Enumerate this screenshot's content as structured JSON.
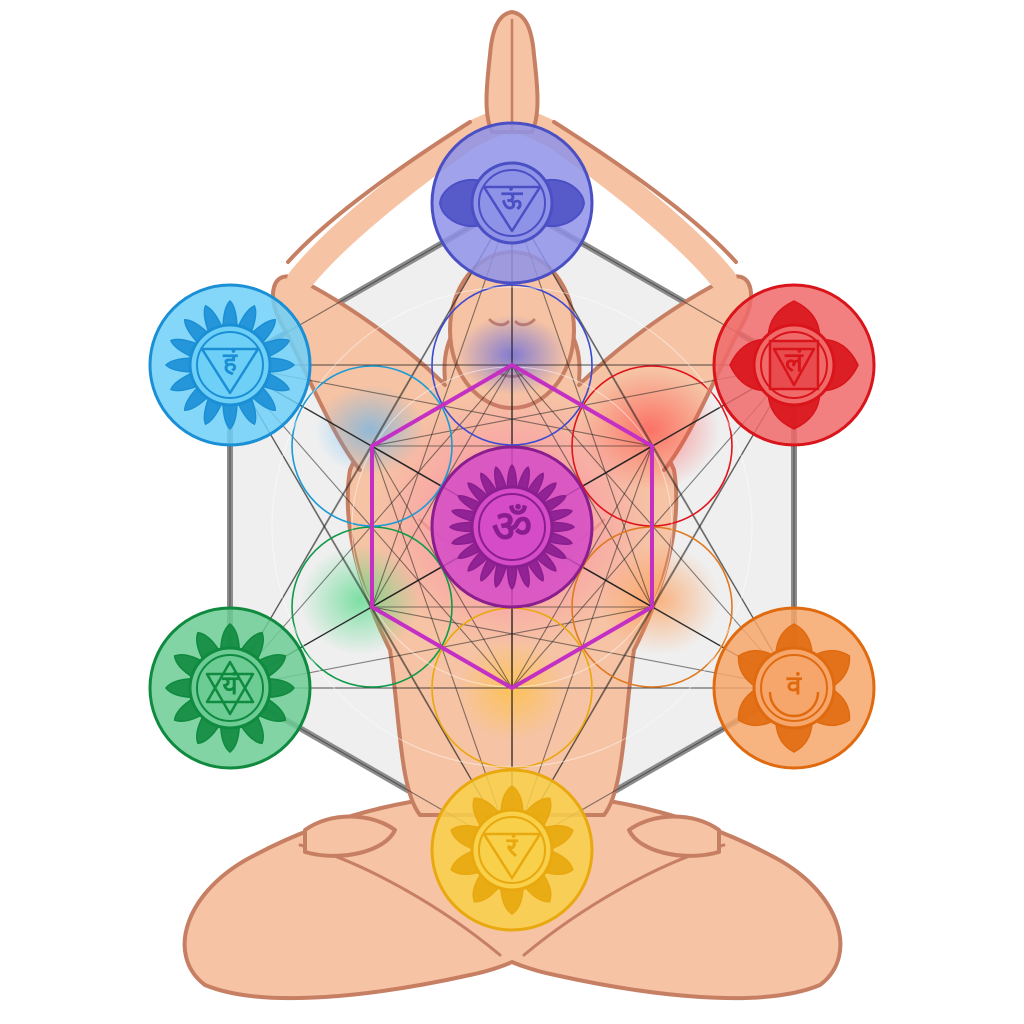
{
  "colors": {
    "background": "#ffffff",
    "skin": "#f6c3a4",
    "skin_shadow": "#e8a98a",
    "skin_outline": "#c77f63",
    "hexagon_fill": "#efefef",
    "hexagon_stroke": "#8c8c8c",
    "inner_hexagon_stroke": "#c42fc4",
    "line_color": "#222222"
  },
  "chakras": [
    {
      "id": "ajna",
      "syllable": "ऊं",
      "color": "#4a4fc4",
      "light": "#8f93e8",
      "petals": 2
    },
    {
      "id": "vishuddha",
      "syllable": "हं",
      "color": "#1b8fd6",
      "light": "#6fd0f7",
      "petals": 16
    },
    {
      "id": "muladhara",
      "syllable": "लं",
      "color": "#d9141b",
      "light": "#f06a6a",
      "petals": 4
    },
    {
      "id": "sahasrara",
      "syllable": "ॐ",
      "color": "#8a1e8f",
      "light": "#d54bc8",
      "petals": 24
    },
    {
      "id": "anahata",
      "syllable": "यं",
      "color": "#0f8a3f",
      "light": "#6ccc94",
      "petals": 12
    },
    {
      "id": "svadhisthana",
      "syllable": "वं",
      "color": "#e06a0f",
      "light": "#f6a66a",
      "petals": 6
    },
    {
      "id": "manipura",
      "syllable": "रं",
      "color": "#e8a80e",
      "light": "#f8d04a",
      "petals": 10
    }
  ]
}
